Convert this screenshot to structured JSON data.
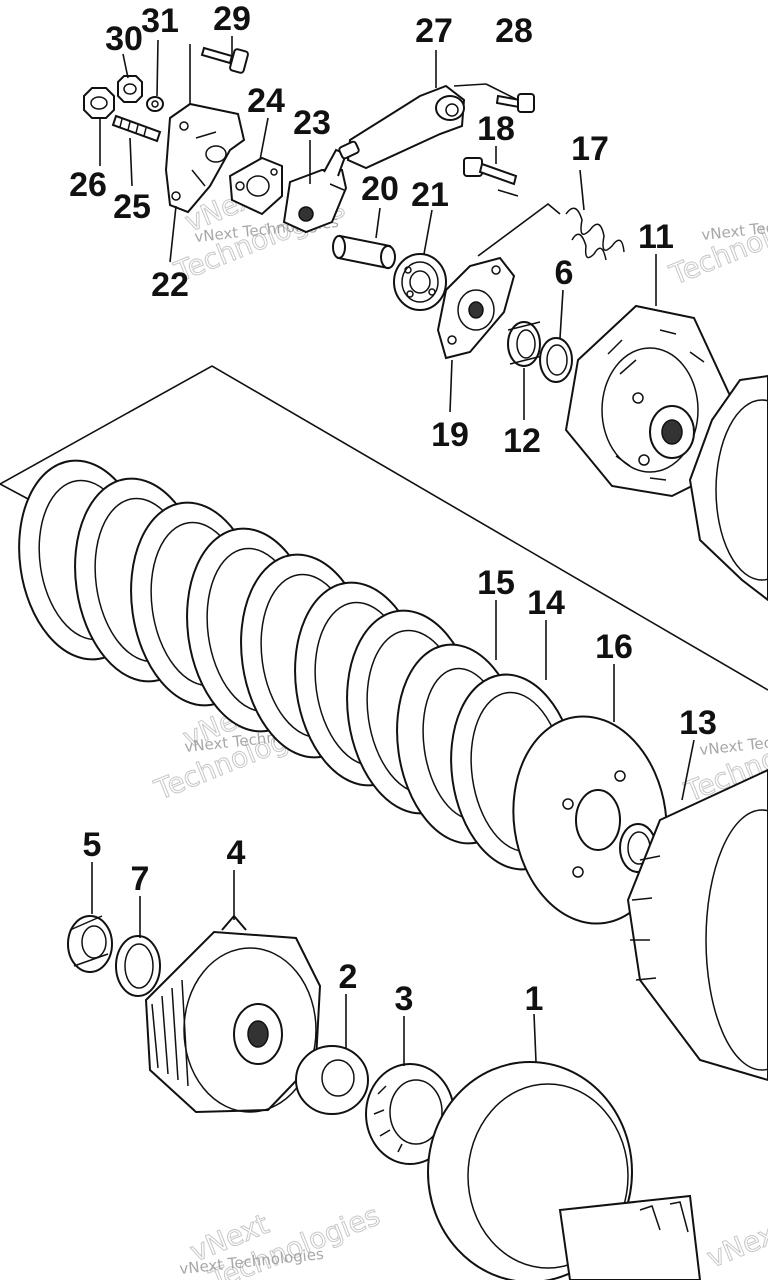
{
  "callouts": [
    {
      "id": "30",
      "label": "30"
    },
    {
      "id": "31",
      "label": "31"
    },
    {
      "id": "29",
      "label": "29"
    },
    {
      "id": "27",
      "label": "27"
    },
    {
      "id": "28",
      "label": "28"
    },
    {
      "id": "24",
      "label": "24"
    },
    {
      "id": "23",
      "label": "23"
    },
    {
      "id": "18",
      "label": "18"
    },
    {
      "id": "17",
      "label": "17"
    },
    {
      "id": "26",
      "label": "26"
    },
    {
      "id": "25",
      "label": "25"
    },
    {
      "id": "20",
      "label": "20"
    },
    {
      "id": "21",
      "label": "21"
    },
    {
      "id": "11",
      "label": "11"
    },
    {
      "id": "22",
      "label": "22"
    },
    {
      "id": "6",
      "label": "6"
    },
    {
      "id": "19",
      "label": "19"
    },
    {
      "id": "12",
      "label": "12"
    },
    {
      "id": "15",
      "label": "15"
    },
    {
      "id": "14",
      "label": "14"
    },
    {
      "id": "16",
      "label": "16"
    },
    {
      "id": "13",
      "label": "13"
    },
    {
      "id": "5",
      "label": "5"
    },
    {
      "id": "4",
      "label": "4"
    },
    {
      "id": "7",
      "label": "7"
    },
    {
      "id": "2",
      "label": "2"
    },
    {
      "id": "3",
      "label": "3"
    },
    {
      "id": "1",
      "label": "1"
    }
  ],
  "watermarks": [
    {
      "id": "wm1",
      "text": "vNext Technologies",
      "style": "small"
    },
    {
      "id": "wm2",
      "text": "vNext",
      "style": "big"
    },
    {
      "id": "wm3",
      "text": "Technologies",
      "style": "big"
    },
    {
      "id": "wm4",
      "text": "vNext Technologies",
      "style": "small"
    },
    {
      "id": "wm5",
      "text": "Technolo",
      "style": "big"
    },
    {
      "id": "wm6",
      "text": "vNext Technologies",
      "style": "small"
    },
    {
      "id": "wm7",
      "text": "vNext",
      "style": "big"
    },
    {
      "id": "wm8",
      "text": "Technologies",
      "style": "big"
    },
    {
      "id": "wm9",
      "text": "vNext Technologies",
      "style": "small"
    },
    {
      "id": "wm10",
      "text": "Techno",
      "style": "big"
    },
    {
      "id": "wm11",
      "text": "vNext Technologies",
      "style": "small"
    },
    {
      "id": "wm12",
      "text": "vNext",
      "style": "big"
    },
    {
      "id": "wm13",
      "text": "Technologies",
      "style": "big"
    },
    {
      "id": "wm14",
      "text": "vNext",
      "style": "big"
    }
  ]
}
